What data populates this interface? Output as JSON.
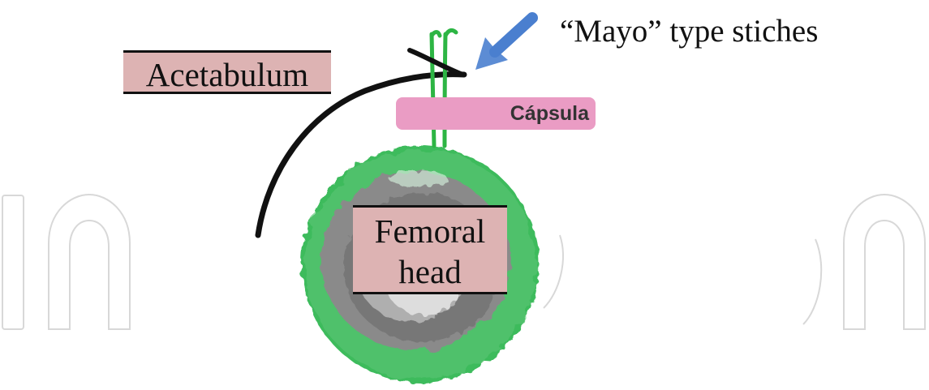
{
  "labels": {
    "acetabulum": "Acetabulum",
    "femoral_head_line1": "Femoral",
    "femoral_head_line2": "head",
    "capsula": "Cápsula",
    "mayo_stitches": "“Mayo” type stiches"
  },
  "colors": {
    "label_background": "#ddb3b3",
    "capsula_fill": "#ea9cc4",
    "femoral_head_green": "#3dbb5c",
    "femoral_head_gray": "#7d7d7d",
    "suture_green": "#2db544",
    "arrow_blue": "#4a7fcf",
    "acetabulum_line": "#111111",
    "watermark": "#cfcfcf"
  },
  "icons": {
    "pointer": "arrow-icon",
    "watermark": "watermark-logo"
  }
}
